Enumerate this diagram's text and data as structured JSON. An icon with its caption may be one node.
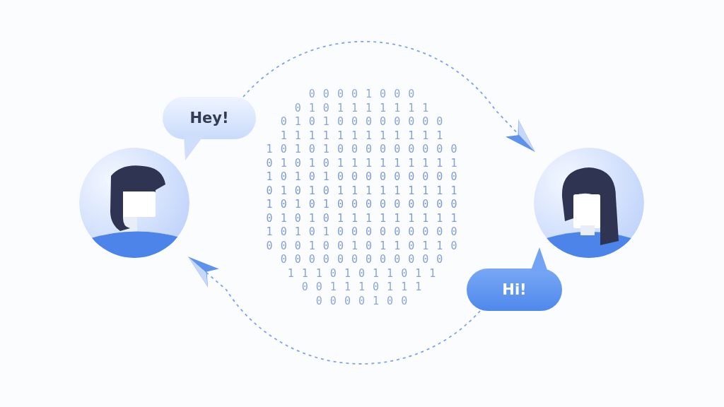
{
  "diagram": {
    "nodes": [
      {
        "text": [],
        "shape": "picture"
      },
      {
        "text": [
          "Hey!"
        ]
      },
      {
        "text": [],
        "shape": "picture"
      },
      {
        "text": [
          "Hi!"
        ]
      }
    ],
    "edges": [
      {
        "from": 1,
        "to": 2,
        "arrow": "to",
        "style": "dashed"
      },
      {
        "from": 3,
        "to": 0,
        "arrow": "to",
        "style": "dashed"
      }
    ],
    "labels": [
      "0 0 0 0 1 0 0 0",
      "0 1 0 1 1 1 1 1 1 1",
      "0 1 0 1 0 0 0 0 0 0 0 0",
      "1 1 1 1 1 1 1 1 1 1 1 1",
      "1 0 1 0 1 0 0 0 0 0 0 0 0 0",
      "0 1 0 1 0 1 1 1 1 1 1 1 1 1",
      "1 0 1 0 1 0 0 0 0 0 0 0 0 0",
      "0 1 0 1 0 1 1 1 1 1 1 1 1 1",
      "1 0 1 0 1 0 0 0 0 0 0 0 0 0",
      "0 1 0 1 0 1 1 1 1 1 1 1 1 1",
      "1 0 1 0 1 0 0 0 0 0 0 0 0 0",
      "0 0 0 1 0 0 1 0 1 1 0 1 1 0",
      "0 0 0 0 0 0 0 0 0 0 0 0",
      "1 1 1 0 1 0 1 1 0 1 1",
      "0 0 1 1 1 0 1 1 1",
      "0 0 0 0 1 0 0"
    ]
  }
}
